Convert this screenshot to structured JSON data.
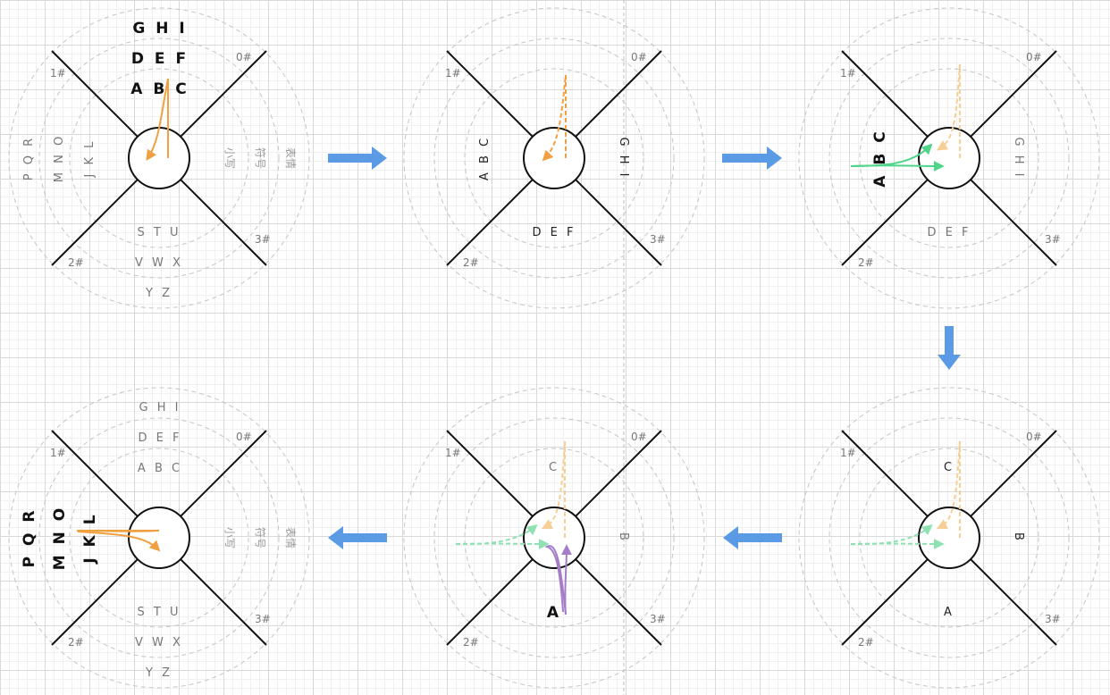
{
  "hash_labels": {
    "top_right": "0#",
    "top_left": "1#",
    "bottom_left": "2#",
    "bottom_right": "3#"
  },
  "cn": {
    "xiaoxie": "小写",
    "fuhao": "符号",
    "biaoqing": "表情"
  },
  "panel1": {
    "ghi": "G H I",
    "def": "D E F",
    "abc": "A B C",
    "jkl": "J K L",
    "mno": "M N O",
    "pqr": "P Q R",
    "stu": "S T U",
    "vwx": "V W X",
    "yz": "Y Z"
  },
  "panel2": {
    "abc": "A B C",
    "ghi": "G H I",
    "def": "D E F"
  },
  "panel3": {
    "abc": "A B C",
    "ghi": "G H I",
    "def": "D E F"
  },
  "panel4": {
    "c": "C",
    "b": "B",
    "a": "A"
  },
  "panel5": {
    "c": "C",
    "b": "B",
    "a": "A"
  },
  "panel6": {
    "ghi": "G H I",
    "def": "D E F",
    "abc": "A B C",
    "jkl": "J K L",
    "mno": "M N O",
    "pqr": "P Q R",
    "stu": "S T U",
    "vwx": "V W X",
    "yz": "Y Z"
  },
  "colors": {
    "flow_arrow": "#5b9be6",
    "orange": "#f0a040",
    "green": "#4fd58a",
    "purple": "#a57cc8"
  }
}
